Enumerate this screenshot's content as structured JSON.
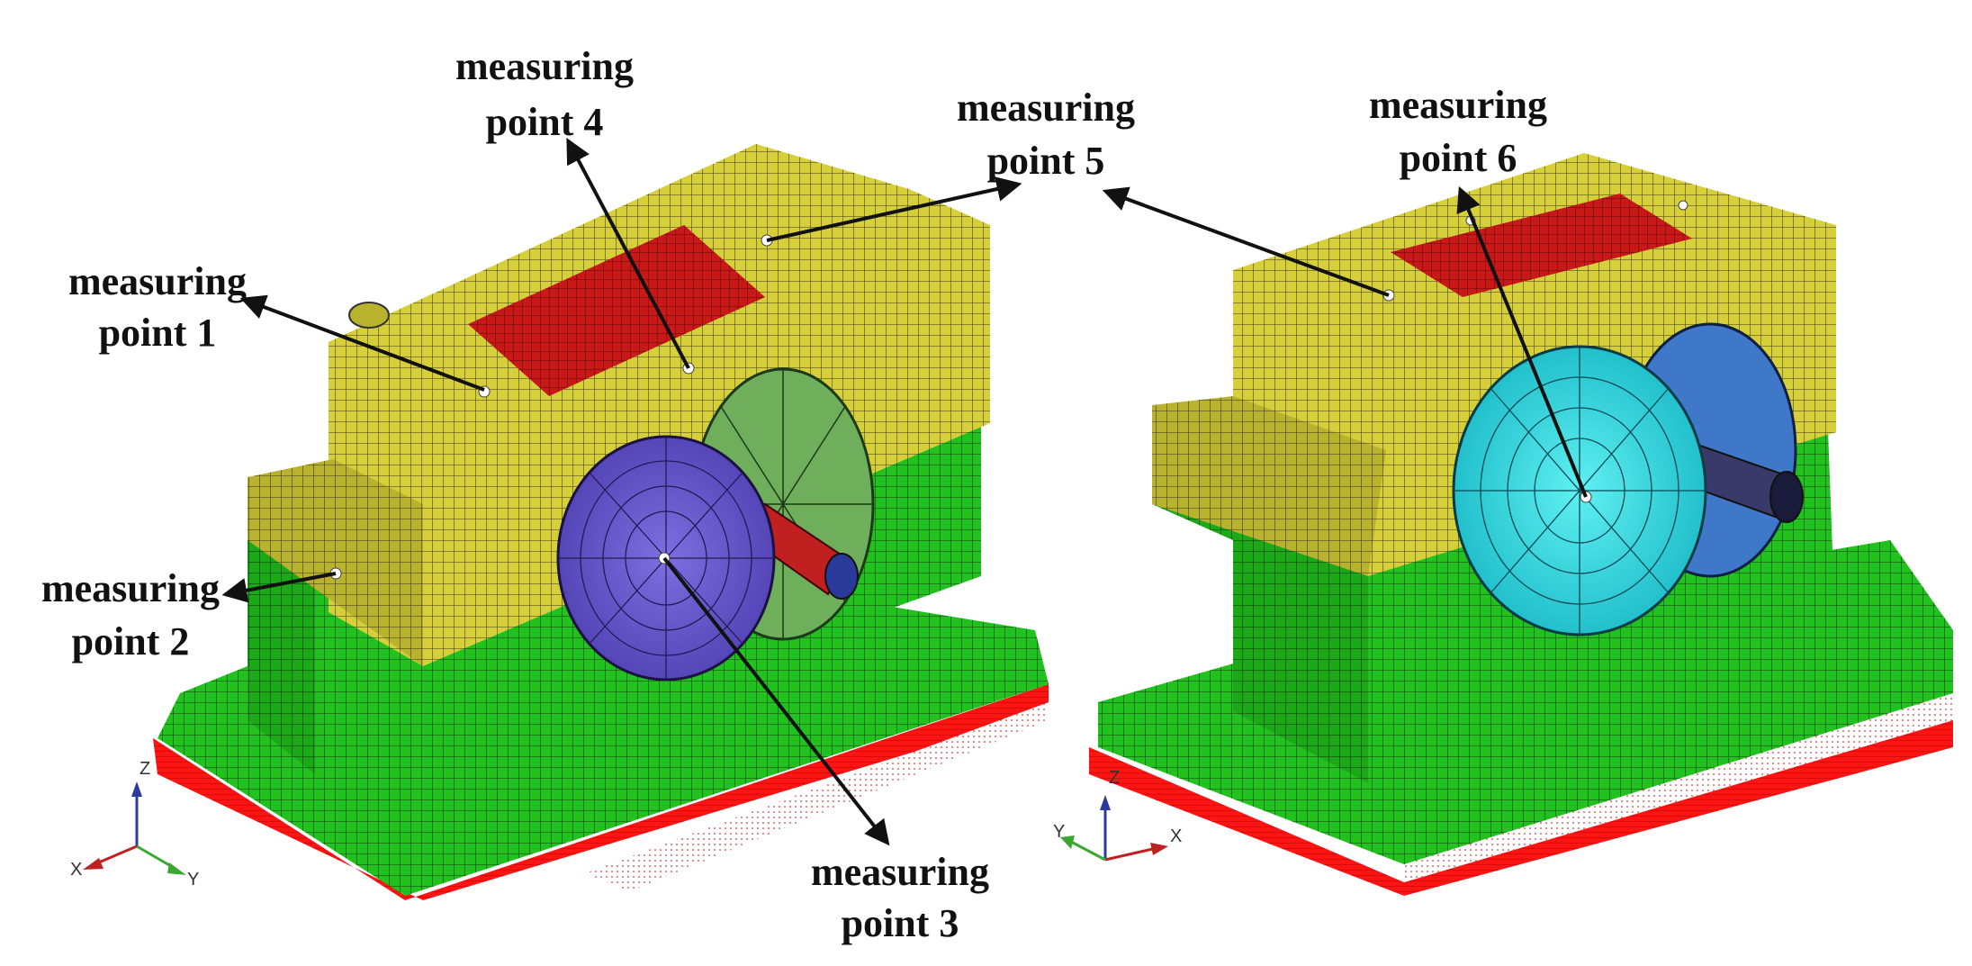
{
  "labels": {
    "mp1": [
      "measuring",
      "point 1"
    ],
    "mp2": [
      "measuring",
      "point 2"
    ],
    "mp3": [
      "measuring",
      "point 3"
    ],
    "mp4": [
      "measuring",
      "point 4"
    ],
    "mp5": [
      "measuring",
      "point 5"
    ],
    "mp6": [
      "measuring",
      "point 6"
    ]
  },
  "axes": {
    "left": {
      "z": "Z",
      "x": "X",
      "y": "Y"
    },
    "right": {
      "z": "Z",
      "x": "X",
      "y": "Y"
    }
  },
  "colors": {
    "housing_upper": "#d6cf3a",
    "housing_lower": "#22c21e",
    "base_red": "#ff1414",
    "top_cover": "#c81818",
    "disc_purple": "#6a5acd",
    "disc_green": "#6fae5a",
    "disc_cyan": "#2fd8e0",
    "disc_blue": "#3f78c8",
    "shaft_red": "#c02020",
    "shaft_blue": "#2a3a9a",
    "arrow": "#111111"
  }
}
